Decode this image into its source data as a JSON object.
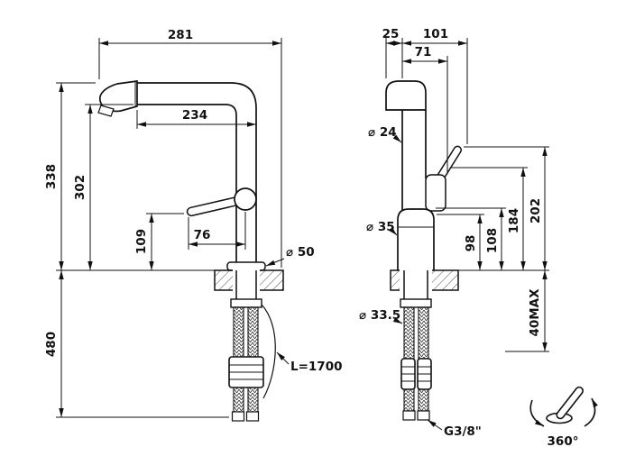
{
  "dims": {
    "front": {
      "total_width": "281",
      "spout_reach": "234",
      "total_height": "338",
      "underspout_height": "302",
      "handle_height": "109",
      "handle_offset": "76",
      "base_dia": "⌀ 50",
      "below_deck": "480",
      "hose_length": "L=1700"
    },
    "side": {
      "top_offset": "25",
      "depth": "101",
      "handle_depth": "71",
      "spout_dia": "⌀ 24",
      "body_dia": "⌀ 35",
      "h_98": "98",
      "h_108": "108",
      "h_184": "184",
      "h_202": "202",
      "shank_dia": "⌀ 33.5",
      "max_deck": "40MAX",
      "thread": "G3/8\""
    },
    "swivel": "360°"
  },
  "colors": {
    "ink": "#111111",
    "paper": "#ffffff"
  }
}
